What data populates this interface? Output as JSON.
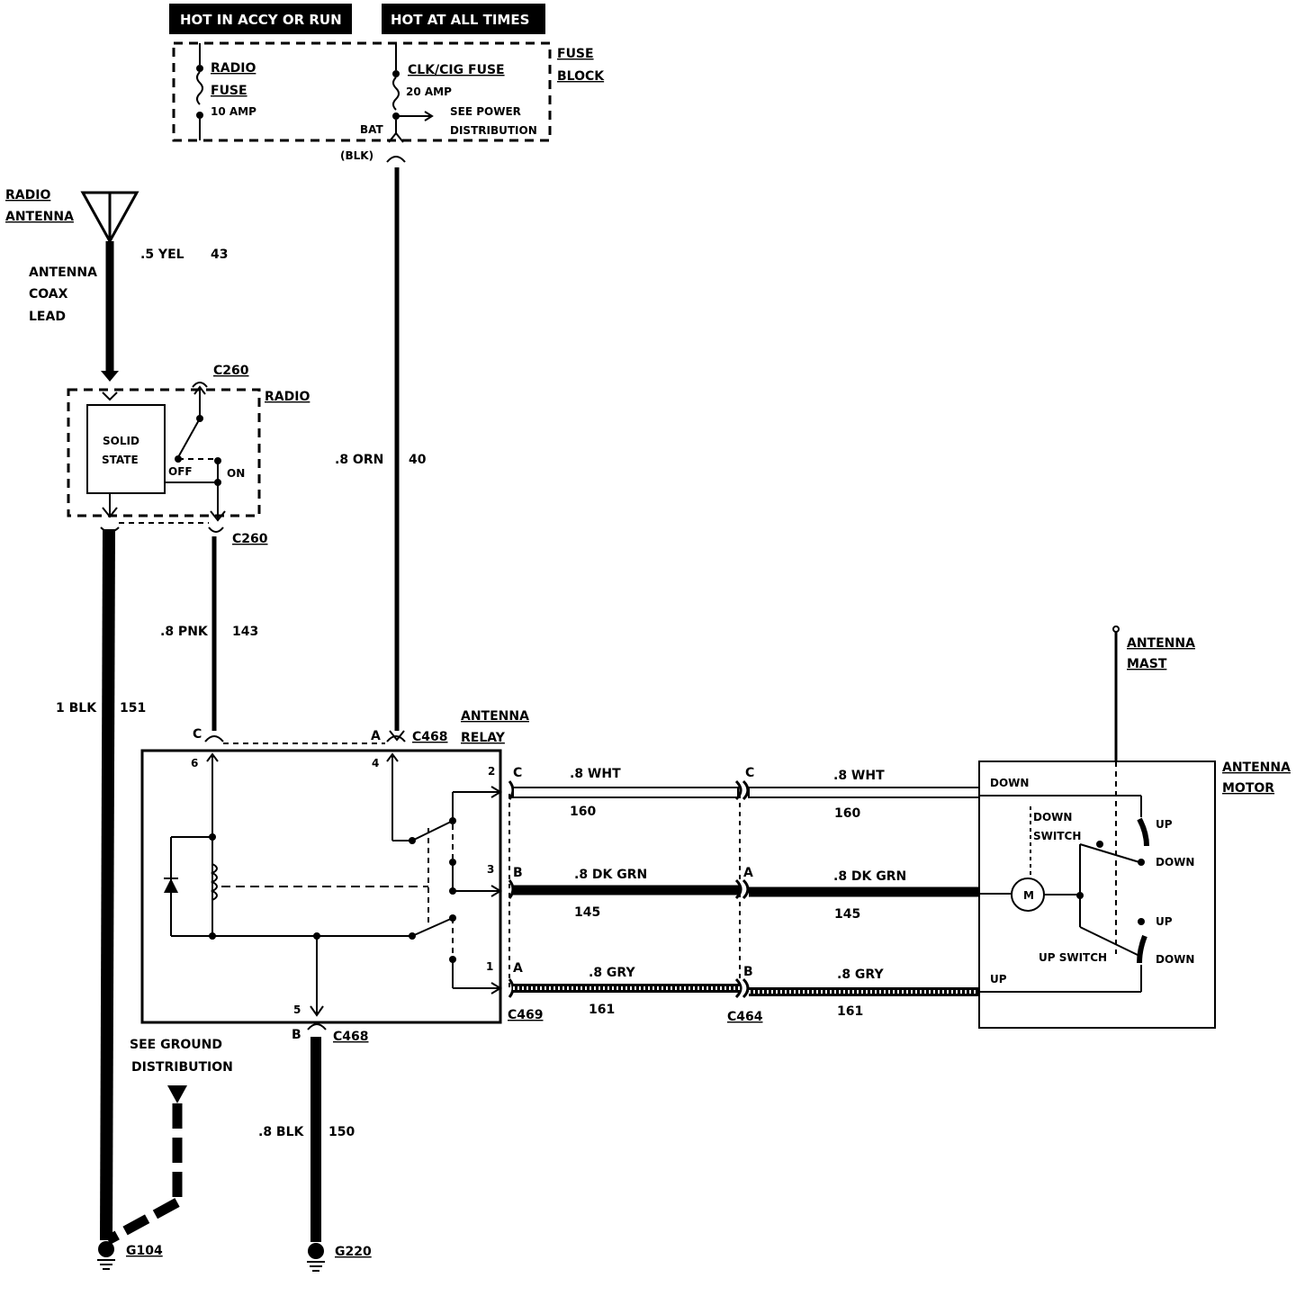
{
  "header": {
    "hot_accy_run": "HOT IN ACCY OR RUN",
    "hot_all_times": "HOT AT ALL TIMES"
  },
  "fuse_block": {
    "title_line1": "FUSE",
    "title_line2": "BLOCK",
    "radio_fuse_line1": "RADIO",
    "radio_fuse_line2": "FUSE",
    "radio_fuse_rating": "10 AMP",
    "clk_fuse": "CLK/CIG FUSE",
    "clk_fuse_rating": "20 AMP",
    "see_power_line1": "SEE POWER",
    "see_power_line2": "DISTRIBUTION",
    "bat": "BAT",
    "blk": "(BLK)"
  },
  "radio_antenna": {
    "title_line1": "RADIO",
    "title_line2": "ANTENNA",
    "coax_line1": "ANTENNA",
    "coax_line2": "COAX",
    "coax_line3": "LEAD",
    "wire_color": ".5 YEL",
    "wire_num": "43"
  },
  "radio": {
    "title": "RADIO",
    "solid_line1": "SOLID",
    "solid_line2": "STATE",
    "off": "OFF",
    "on": "ON",
    "conn_top": "C260",
    "conn_bottom": "C260"
  },
  "wires": {
    "orn_color": ".8 ORN",
    "orn_num": "40",
    "pnk_color": ".8 PNK",
    "pnk_num": "143",
    "blk151_color": "1 BLK",
    "blk151_num": "151",
    "blk150_color": ".8 BLK",
    "blk150_num": "150",
    "wht_color": ".8 WHT",
    "wht_num": "160",
    "dkgrn_color_left": ".8 DK GRN",
    "dkgrn_color_right": ".8 DK GRN",
    "dkgrn_num": "145",
    "gry_color": ".8 GRY",
    "gry_num": "161"
  },
  "relay": {
    "title_line1": "ANTENNA",
    "title_line2": "RELAY",
    "conn_top": "C468",
    "conn_bottom": "C468",
    "pin_c": "C",
    "pin_a": "A",
    "pin_b": "B",
    "pin6": "6",
    "pin4": "4",
    "pin5": "5",
    "pin2": "2",
    "pin3": "3",
    "pin1": "1"
  },
  "connectors": {
    "c469": "C469",
    "c464": "C464",
    "c469_c": "C",
    "c469_b": "B",
    "c469_a": "A",
    "c464_c": "C",
    "c464_a": "A",
    "c464_b": "B"
  },
  "ground": {
    "see_ground_line1": "SEE GROUND",
    "see_ground_line2": "DISTRIBUTION",
    "g104": "G104",
    "g220": "G220"
  },
  "motor": {
    "mast_line1": "ANTENNA",
    "mast_line2": "MAST",
    "title_line1": "ANTENNA",
    "title_line2": "MOTOR",
    "down_top": "DOWN",
    "up_bottom": "UP",
    "down_switch_line1": "DOWN",
    "down_switch_line2": "SWITCH",
    "up_switch": "UP SWITCH",
    "up1": "UP",
    "down1": "DOWN",
    "up2": "UP",
    "down2": "DOWN",
    "m": "M"
  }
}
